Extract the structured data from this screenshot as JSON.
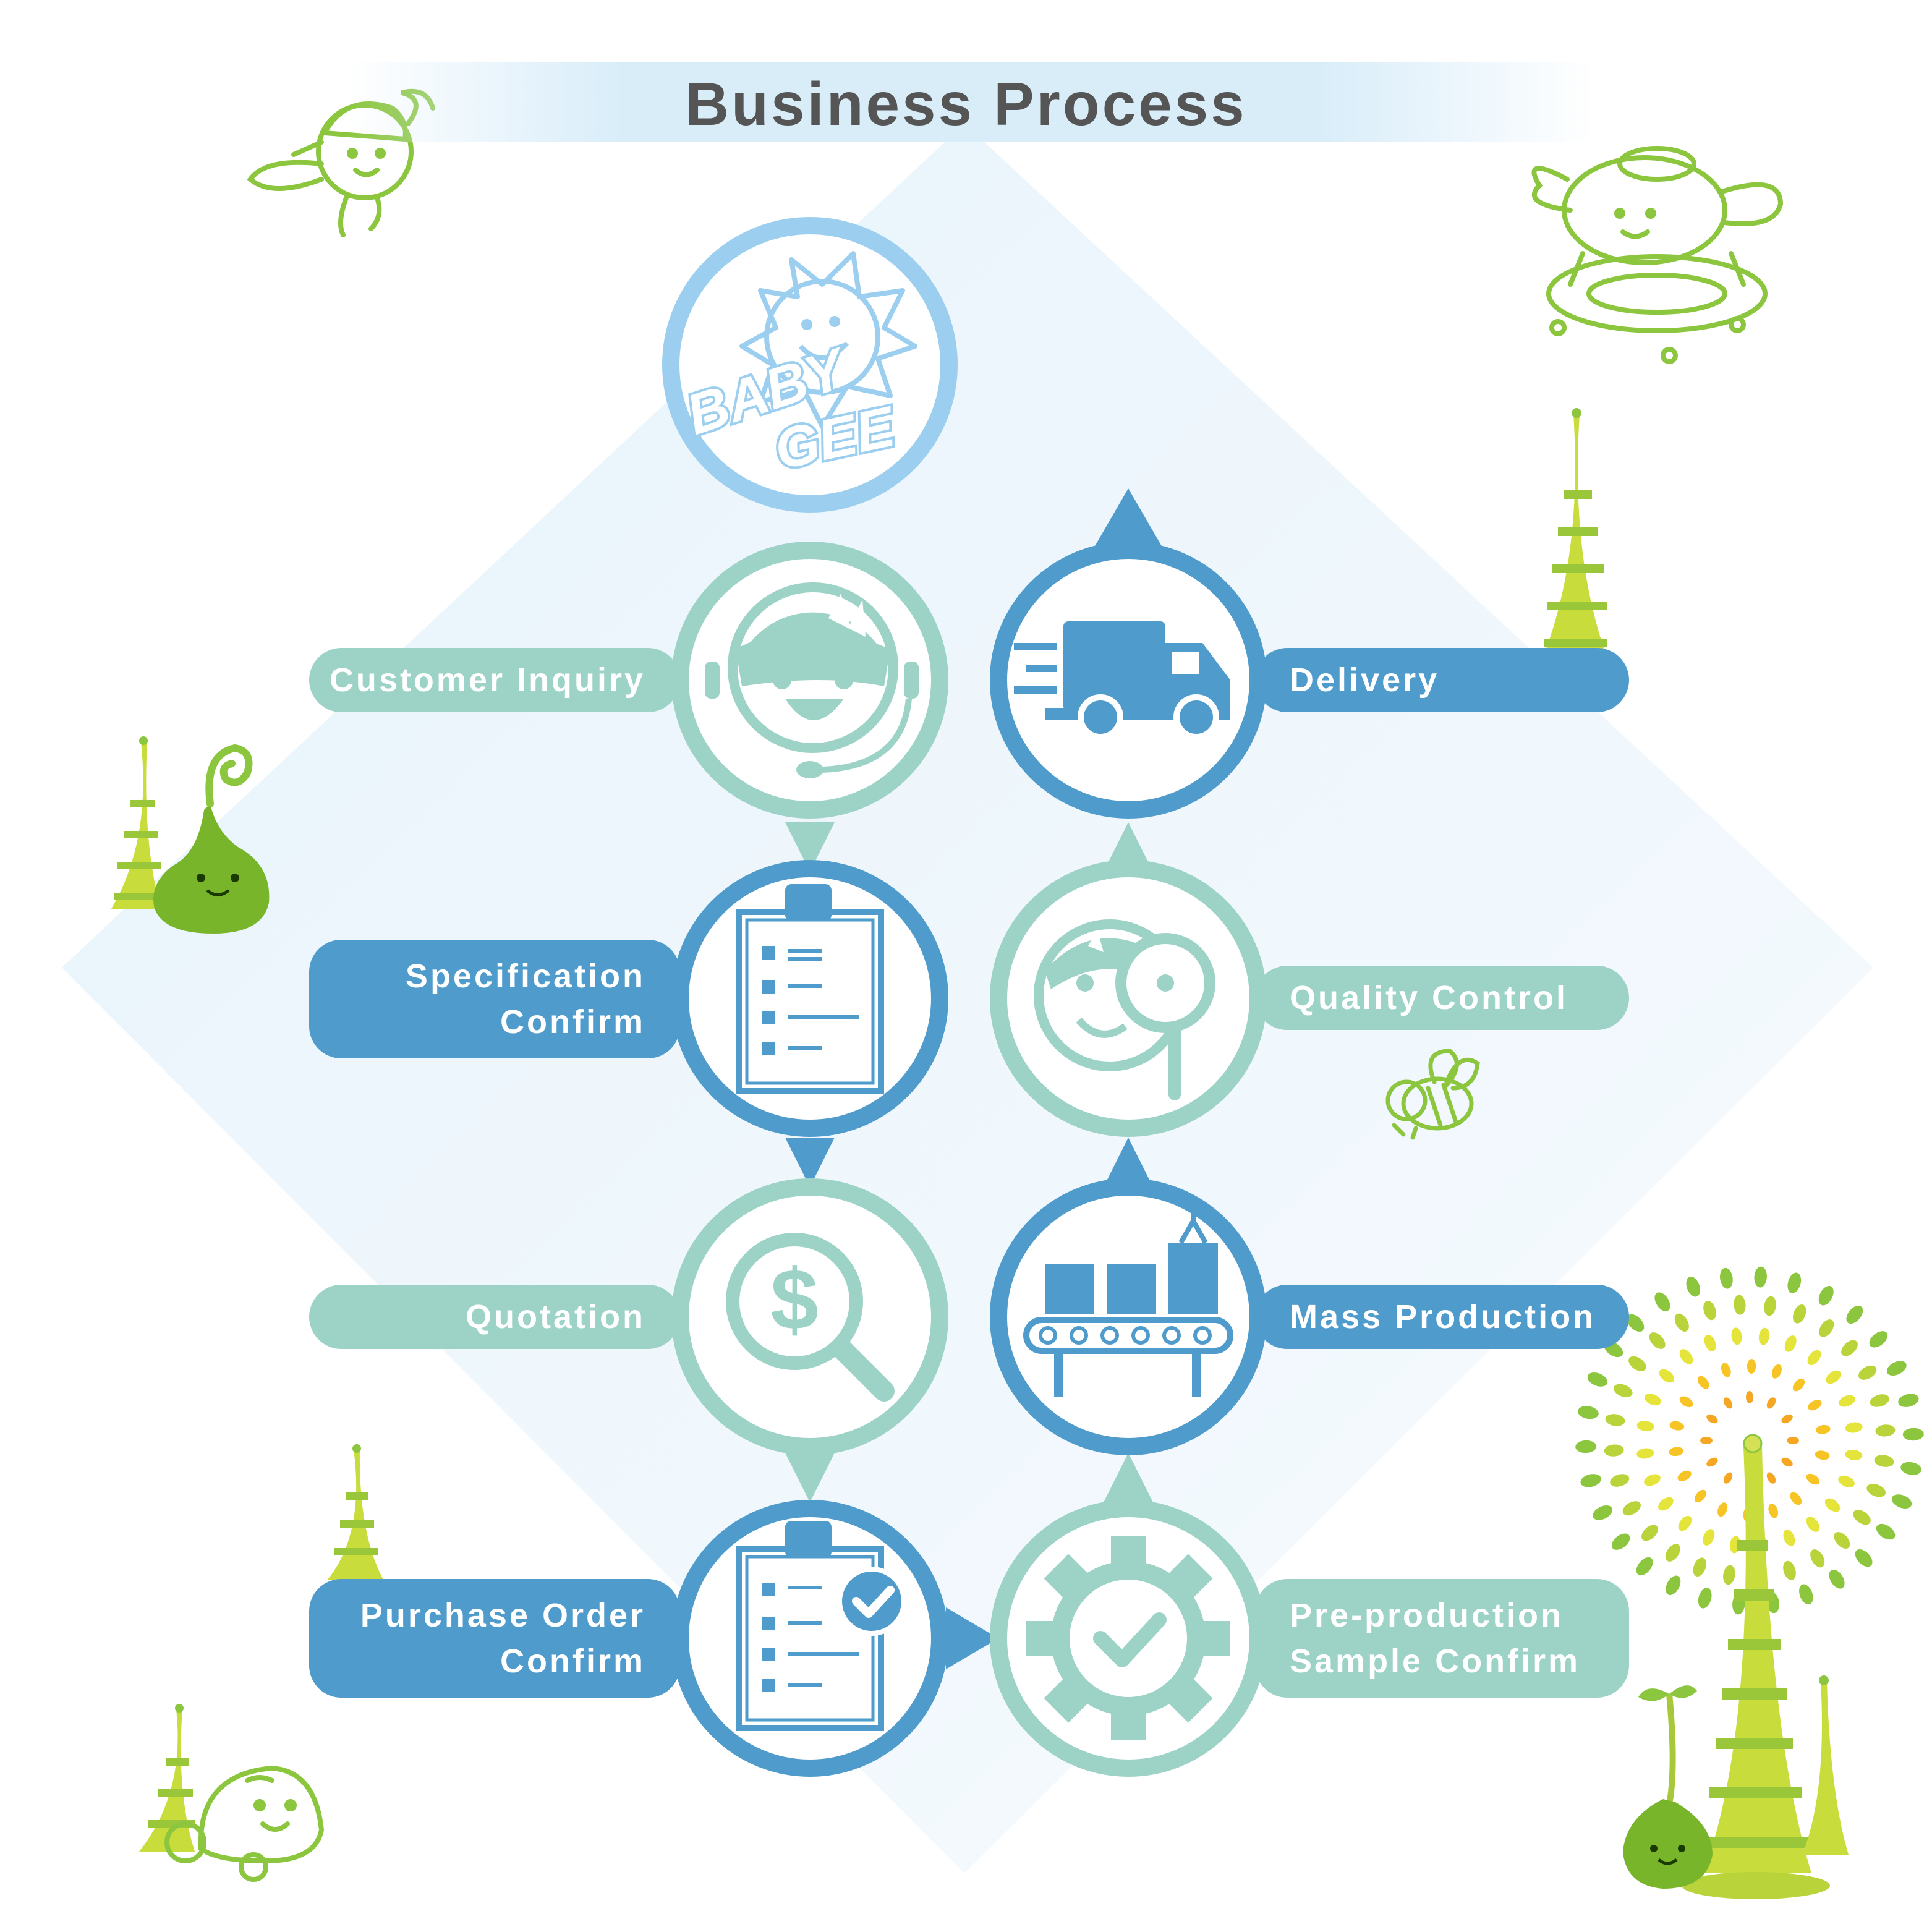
{
  "title": "Business Process",
  "logo": {
    "line1": "BABY",
    "line2": "GEE"
  },
  "colors": {
    "blue": "#4f9bcb",
    "teal": "#9dd3c7",
    "light_blue": "#9ccfef",
    "green": "#8cc63e",
    "yellow": "#d4e157",
    "title_text": "#555555"
  },
  "steps": [
    {
      "label": "Customer Inquiry",
      "icon": "headset-agent-icon",
      "color": "teal"
    },
    {
      "label_lines": [
        "Specification",
        "Confirm"
      ],
      "icon": "clipboard-checklist-icon",
      "color": "blue"
    },
    {
      "label": "Quotation",
      "icon": "dollar-magnifier-icon",
      "color": "teal"
    },
    {
      "label_lines": [
        "Purchase Order",
        "Confirm"
      ],
      "icon": "clipboard-check-icon",
      "color": "blue"
    },
    {
      "label_lines": [
        "Pre-production",
        "Sample Confirm"
      ],
      "icon": "gear-check-icon",
      "color": "teal"
    },
    {
      "label": "Mass Production",
      "icon": "conveyor-belt-icon",
      "color": "blue"
    },
    {
      "label": "Quality Control",
      "icon": "face-magnifier-icon",
      "color": "teal"
    },
    {
      "label": "Delivery",
      "icon": "delivery-truck-icon",
      "color": "blue"
    }
  ]
}
